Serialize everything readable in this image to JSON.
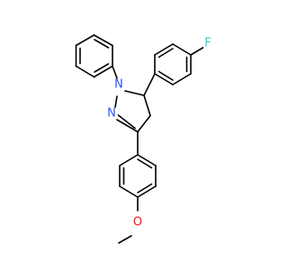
{
  "molecule": {
    "atoms": {
      "F": {
        "label": "F",
        "color": "#33cccc"
      },
      "N1": {
        "label": "N",
        "color": "#3050f8"
      },
      "N2": {
        "label": "N",
        "color": "#3050f8"
      },
      "O": {
        "label": "O",
        "color": "#ff0d0d"
      }
    },
    "bond_color": "#000000"
  }
}
